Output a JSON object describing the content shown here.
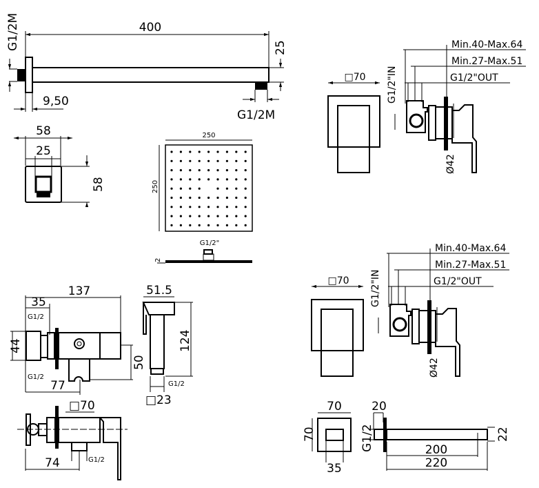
{
  "shower_arm": {
    "length": "400",
    "height": "25",
    "inlet_thread": "G1/2M",
    "flange_depth": "9,50",
    "outlet_thread": "G1/2M"
  },
  "wall_flange": {
    "width": "58",
    "inner_width": "25",
    "height": "58"
  },
  "shower_head": {
    "width": "250",
    "height": "250",
    "thread": "G1/2\"",
    "thickness": "2"
  },
  "mixer_top": {
    "plate": "□70",
    "depth_1": "Min.40-Max.64",
    "depth_2": "Min.27-Max.51",
    "outlet": "G1/2\"OUT",
    "inlet": "G1/2\"IN",
    "diameter": "Ø42"
  },
  "mixer_bottom": {
    "plate": "□70",
    "depth_1": "Min.40-Max.64",
    "depth_2": "Min.27-Max.51",
    "outlet": "G1/2\"OUT",
    "inlet": "G1/2\"IN",
    "diameter": "Ø42"
  },
  "bidet_valve": {
    "length": "137",
    "depth": "35",
    "thread_top": "G1/2",
    "height": "44",
    "thread_bottom": "G1/2",
    "offset": "77",
    "drop": "50"
  },
  "hand_spray": {
    "width": "51.5",
    "length": "124",
    "thread": "G1/2",
    "square": "□23"
  },
  "bidet_mixer": {
    "plate": "□70",
    "offset": "74",
    "thread": "G1/2"
  },
  "spout": {
    "plate_w": "70",
    "plate_h": "70",
    "inner": "35",
    "flange": "20",
    "thread": "G1/2",
    "height": "22",
    "length_inner": "200",
    "length": "220"
  }
}
